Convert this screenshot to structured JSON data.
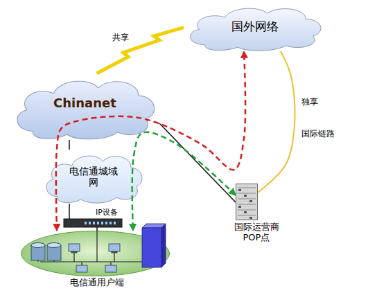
{
  "diagram": {
    "nodes": [
      {
        "text": [
          "国外网络"
        ]
      },
      {
        "text": [
          "Chinanet"
        ]
      },
      {
        "text": [
          "电信通城域网"
        ]
      },
      {
        "text": [
          "国际运营商 POP点"
        ]
      },
      {
        "text": [
          "IP设备"
        ]
      },
      {
        "text": [
          "电信通用户端"
        ]
      }
    ],
    "edges": [
      {
        "from": 1,
        "to": 0,
        "arrow": "none",
        "label": "共享"
      },
      {
        "from": 0,
        "to": 3,
        "arrow": "none",
        "label": "独享"
      },
      {
        "from": 1,
        "to": 3,
        "arrow": "none"
      },
      {
        "from": 1,
        "to": 2,
        "arrow": "none"
      },
      {
        "from": 2,
        "to": 4,
        "arrow": "none"
      },
      {
        "from": 4,
        "to": 5,
        "arrow": "none"
      },
      {
        "from": 5,
        "to": 0,
        "arrow": "both"
      },
      {
        "from": 3,
        "to": 5,
        "arrow": "both"
      }
    ],
    "labels": [
      "国际链路"
    ]
  }
}
